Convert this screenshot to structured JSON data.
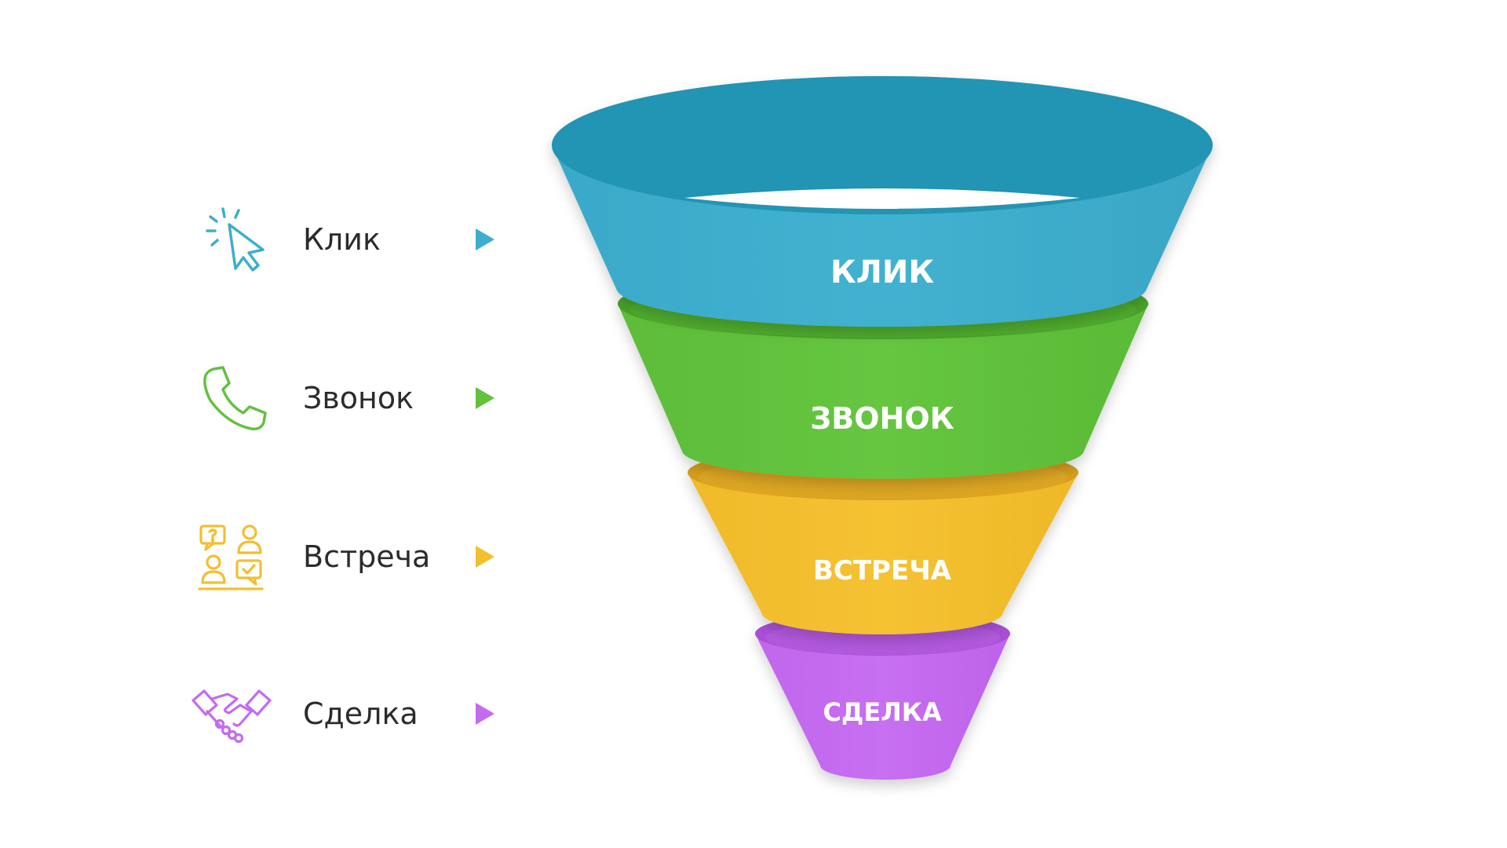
{
  "stages": [
    {
      "key": "click",
      "legend_label": "Клик",
      "funnel_label": "КЛИК",
      "color": "#3daecd",
      "icon": "cursor-click-icon"
    },
    {
      "key": "call",
      "legend_label": "Звонок",
      "funnel_label": "ЗВОНОК",
      "color": "#62c23e",
      "icon": "phone-icon"
    },
    {
      "key": "meeting",
      "legend_label": "Встреча",
      "funnel_label": "ВСТРЕЧА",
      "color": "#f2bf2e",
      "icon": "meeting-icon"
    },
    {
      "key": "deal",
      "legend_label": "Сделка",
      "funnel_label": "СДЕЛКА",
      "color": "#c46bef",
      "icon": "handshake-icon"
    }
  ],
  "colors": {
    "click_rim": "#2194b4",
    "call_rim": "#4aa22a",
    "meeting_rim": "#d49d1e",
    "deal_rim": "#a950d6",
    "text": "#2b2b2b"
  }
}
